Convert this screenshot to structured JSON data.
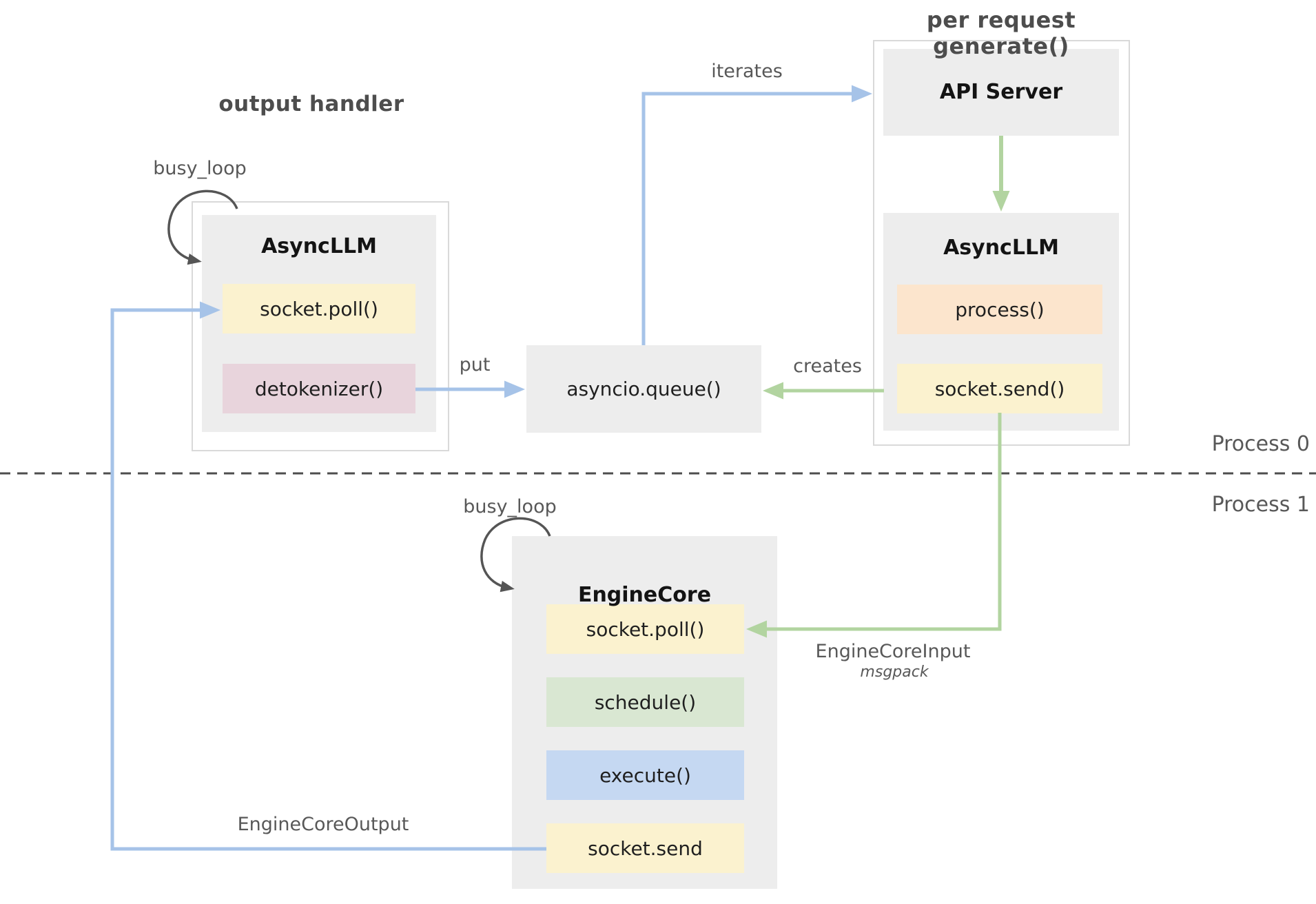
{
  "diagram": {
    "section_titles": {
      "output_handler": "output handler",
      "per_request_generate": "per request generate()"
    },
    "process_labels": {
      "process0": "Process 0",
      "process1": "Process 1"
    },
    "arrow_labels": {
      "iterates": "iterates",
      "put": "put",
      "creates": "creates",
      "busy_loop_left": "busy_loop",
      "busy_loop_engine": "busy_loop",
      "engine_core_input": "EngineCoreInput",
      "engine_core_input_format": "msgpack",
      "engine_core_output": "EngineCoreOutput"
    },
    "nodes": {
      "async_llm_left": {
        "title": "AsyncLLM",
        "methods": [
          "socket.poll()",
          "detokenizer()"
        ]
      },
      "api_server": {
        "title": "API Server"
      },
      "async_llm_right": {
        "title": "AsyncLLM",
        "methods": [
          "process()",
          "socket.send()"
        ]
      },
      "asyncio_queue": {
        "label": "asyncio.queue()"
      },
      "engine_core": {
        "title": "EngineCore",
        "methods": [
          "socket.poll()",
          "schedule()",
          "execute()",
          "socket.send"
        ]
      }
    },
    "colors": {
      "box_gray": "#ededed",
      "box_yellow": "#fbf2cf",
      "box_pink": "#e8d4dc",
      "box_peach": "#fce5cd",
      "box_green": "#d9e7d2",
      "box_blue": "#c5d8f2",
      "arrow_blue": "#a6c3e8",
      "arrow_green": "#b2d4a0",
      "arrow_dark": "#555555",
      "divider": "#4d4d4d"
    }
  }
}
